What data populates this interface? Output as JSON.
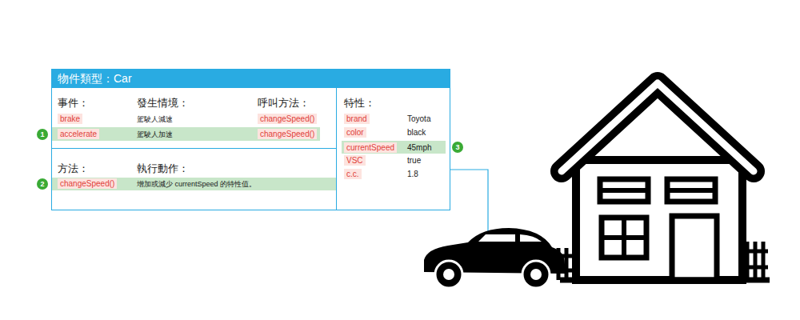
{
  "diagram": {
    "nodes": [
      {
        "text": [
          "物件類型：Car"
        ]
      },
      {
        "text": [
          "事件：",
          "發生情境：",
          "呼叫方法：",
          "brake",
          "駕駛人減速",
          "changeSpeed()"
        ],
        "in": 0
      },
      {
        "text": [
          "accelerate",
          "駕駛人加速",
          "changeSpeed()"
        ],
        "in": 1
      },
      {
        "text": [
          "方法：",
          "執行動作："
        ],
        "in": 0
      },
      {
        "text": [
          "changeSpeed()",
          "增加或減少 currentSpeed 的特性值。"
        ],
        "in": 3
      },
      {
        "text": [
          "特性：",
          "brand",
          "Toyota",
          "color",
          "black",
          "VSC",
          "true",
          "c.c.",
          "1.8"
        ],
        "in": 0
      },
      {
        "text": [
          "currentSpeed",
          "45mph"
        ],
        "in": 5
      }
    ],
    "labels": [
      "1",
      "2",
      "3"
    ]
  }
}
